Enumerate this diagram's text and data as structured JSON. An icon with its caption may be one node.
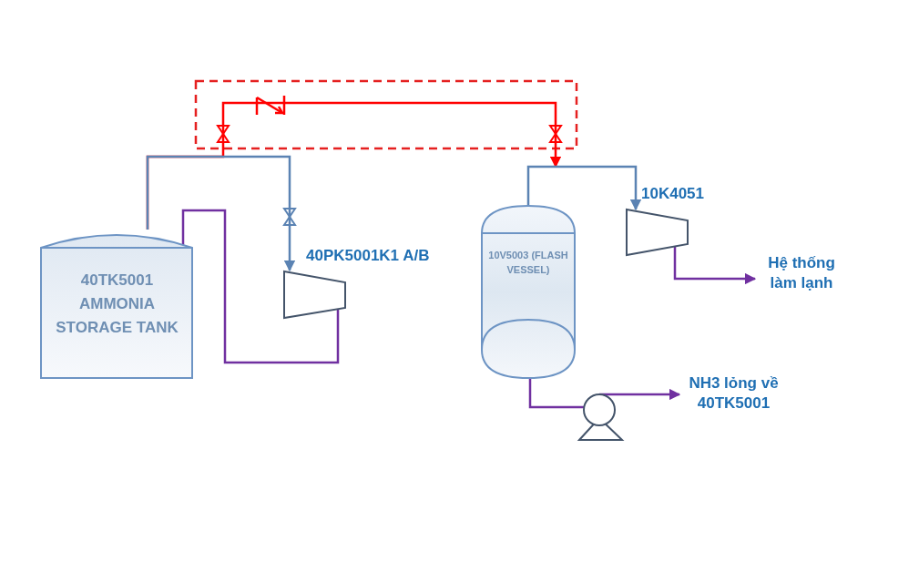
{
  "diagram": {
    "nodes": [
      {
        "text": [
          "40TK5001 AMMONIA STORAGE TANK"
        ]
      },
      {
        "text": [
          "40PK5001K1 A/B"
        ]
      },
      {
        "text": [
          "10V5003 (FLASH VESSEL)"
        ]
      },
      {
        "text": [
          "10K4051"
        ]
      },
      {
        "text": [],
        "shape": "pump"
      },
      {
        "text": [
          "Hệ thống làm lạnh"
        ]
      },
      {
        "text": [
          "NH3 lỏng về 40TK5001"
        ]
      }
    ],
    "edges": [
      {
        "from": 0,
        "to": null,
        "arrow": "to",
        "color": "#ff0000"
      },
      {
        "from": 0,
        "to": 1,
        "arrow": "to",
        "color": "#5b83b3"
      },
      {
        "from": 2,
        "to": 3,
        "arrow": "to",
        "color": "#5b83b3"
      },
      {
        "from": 1,
        "to": 0,
        "arrow": "to"
      },
      {
        "from": 3,
        "to": 5,
        "arrow": "to"
      },
      {
        "from": 2,
        "to": 4,
        "arrow": "none"
      },
      {
        "from": 4,
        "to": 6,
        "arrow": "to"
      }
    ]
  }
}
